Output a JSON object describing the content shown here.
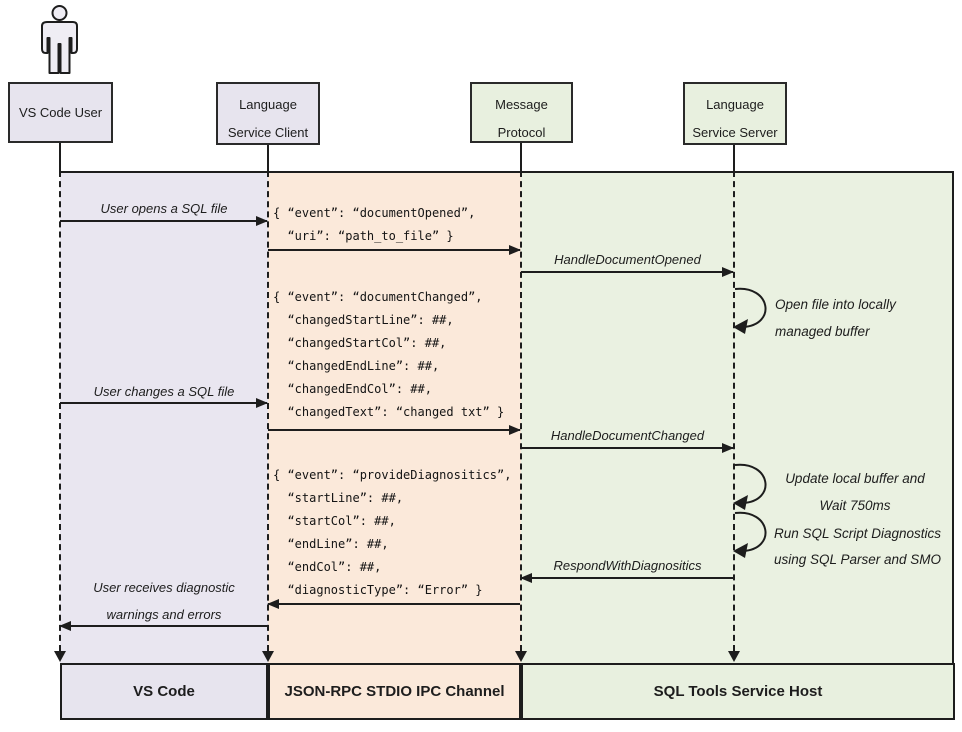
{
  "diagram": {
    "actors": [
      {
        "label": "VS Code User"
      },
      {
        "label": "Language\nService Client"
      },
      {
        "label": "Message\nProtocol"
      },
      {
        "label": "Language\nService Server"
      }
    ],
    "user_messages": {
      "opens": "User opens a SQL file",
      "changes": "User changes a SQL file",
      "receives": "User receives diagnostic\nwarnings and errors"
    },
    "rpc_messages": {
      "handle_opened": "HandleDocumentOpened",
      "handle_changed": "HandleDocumentChanged",
      "respond": "RespondWithDiagnositics"
    },
    "payloads": {
      "document_opened": "{ “event”: “documentOpened”,\n  “uri”: “path_to_file” }",
      "document_changed": "{ “event”: “documentChanged”,\n  “changedStartLine”: ##,\n  “changedStartCol”: ##,\n  “changedEndLine”: ##,\n  “changedEndCol”: ##,\n  “changedText”: “changed txt” }",
      "provide_diagnostics": "{ “event”: “provideDiagnositics”,\n  “startLine”: ##,\n  “startCol”: ##,\n  “endLine”: ##,\n  “endCol”: ##,\n  “diagnosticType”: “Error” }"
    },
    "server_notes": {
      "open_file": "Open file into locally\nmanaged buffer",
      "update_buffer": "Update local buffer and\nWait 750ms",
      "run_diagnostics": "Run SQL Script Diagnostics\nusing SQL Parser and SMO"
    },
    "footers": [
      {
        "label": "VS Code"
      },
      {
        "label": "JSON-RPC STDIO IPC Channel"
      },
      {
        "label": "SQL Tools Service Host"
      }
    ],
    "colors": {
      "lane_lavender": "#e9e6f0",
      "lane_peach": "#fbe9da",
      "lane_green": "#eaf1e1",
      "box_lavender": "#e7e4ee",
      "box_green": "#e8f0df",
      "line": "#1d1d1d"
    }
  }
}
